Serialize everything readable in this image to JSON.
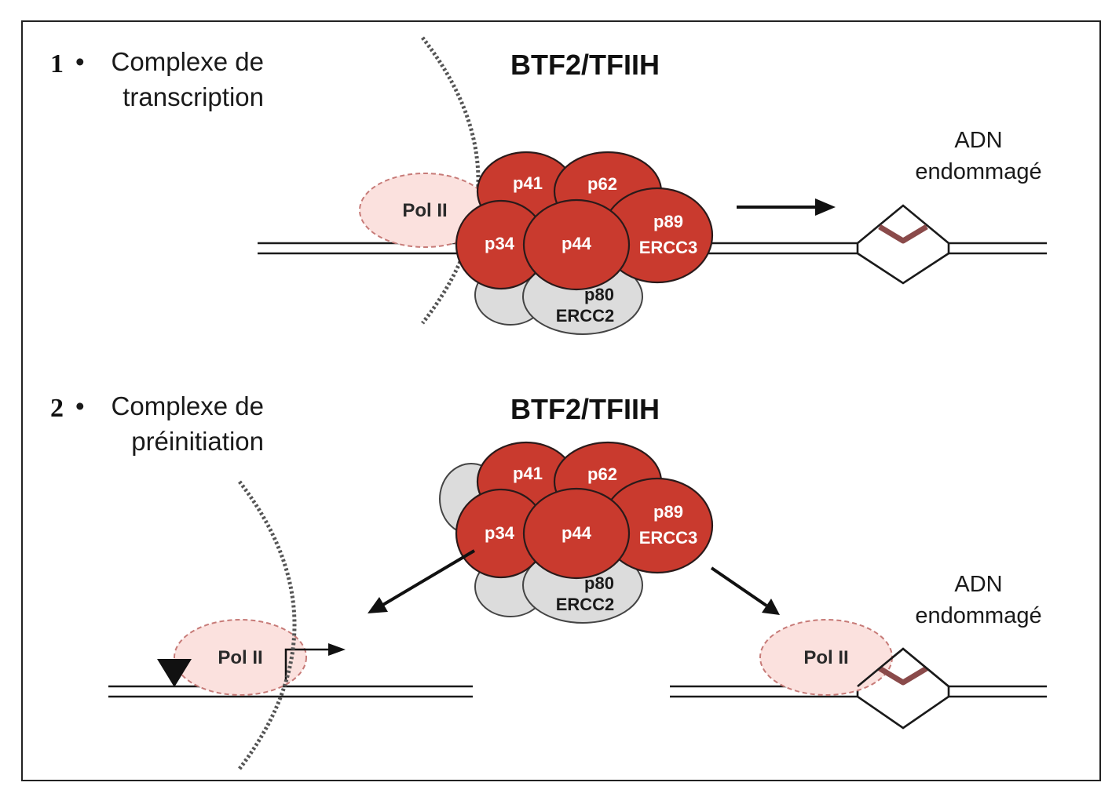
{
  "panel1": {
    "number": "1",
    "bullet": "•",
    "title_line1": "Complexe de",
    "title_line2": "transcription",
    "complex_title": "BTF2/TFIIH",
    "pol_label": "Pol II",
    "adn_line1": "ADN",
    "adn_line2": "endommagé"
  },
  "panel2": {
    "number": "2",
    "bullet": "•",
    "title_line1": "Complexe de",
    "title_line2": "préinitiation",
    "complex_title": "BTF2/TFIIH",
    "pol_left_label": "Pol II",
    "pol_right_label": "Pol II",
    "adn_line1": "ADN",
    "adn_line2": "endommagé"
  },
  "subunits": {
    "p41": "p41",
    "p62": "p62",
    "p34": "p34",
    "p44": "p44",
    "p89": "p89",
    "ercc3": "ERCC3",
    "p80": "p80",
    "ercc2": "ERCC2"
  },
  "colors": {
    "subunit_red": "#c93a2e",
    "subunit_grey": "#dcdcdc",
    "pol_fill": "#fbe1de",
    "lesion": "#8a4a4a"
  }
}
